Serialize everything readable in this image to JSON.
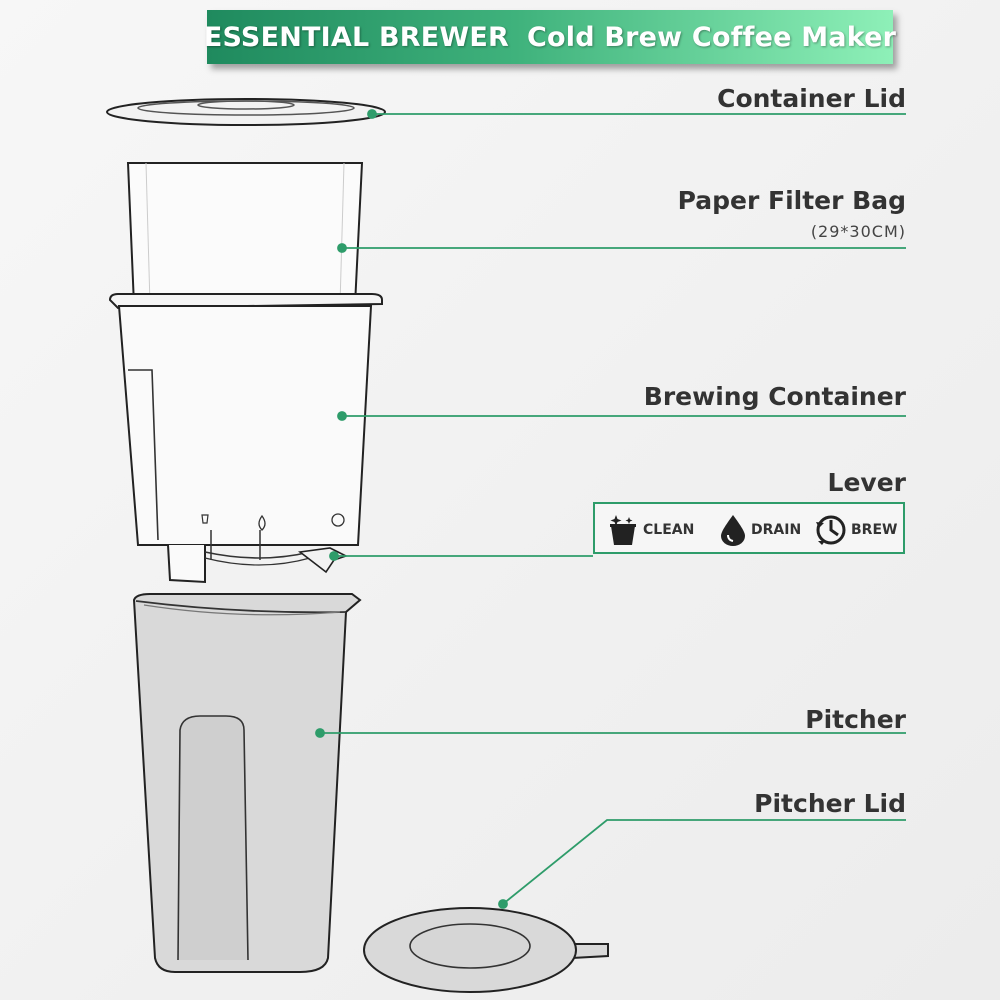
{
  "banner": {
    "brand": "ESSENTIAL BREWER",
    "product": "Cold Brew Coffee Maker"
  },
  "parts": {
    "container_lid": "Container Lid",
    "paper_filter_bag": "Paper Filter Bag",
    "paper_filter_bag_size": "(29*30CM)",
    "brewing_container": "Brewing Container",
    "lever": "Lever",
    "pitcher": "Pitcher",
    "pitcher_lid": "Pitcher Lid"
  },
  "lever_modes": [
    {
      "label": "CLEAN",
      "icon": "clean-icon"
    },
    {
      "label": "DRAIN",
      "icon": "drop-icon"
    },
    {
      "label": "BREW",
      "icon": "brew-icon"
    }
  ],
  "colors": {
    "accent": "#2e9c6a",
    "banner_start": "#1f8a5e",
    "banner_end": "#8ef0b8",
    "outline": "#222222",
    "pitcher_fill": "#d9d9d9"
  }
}
